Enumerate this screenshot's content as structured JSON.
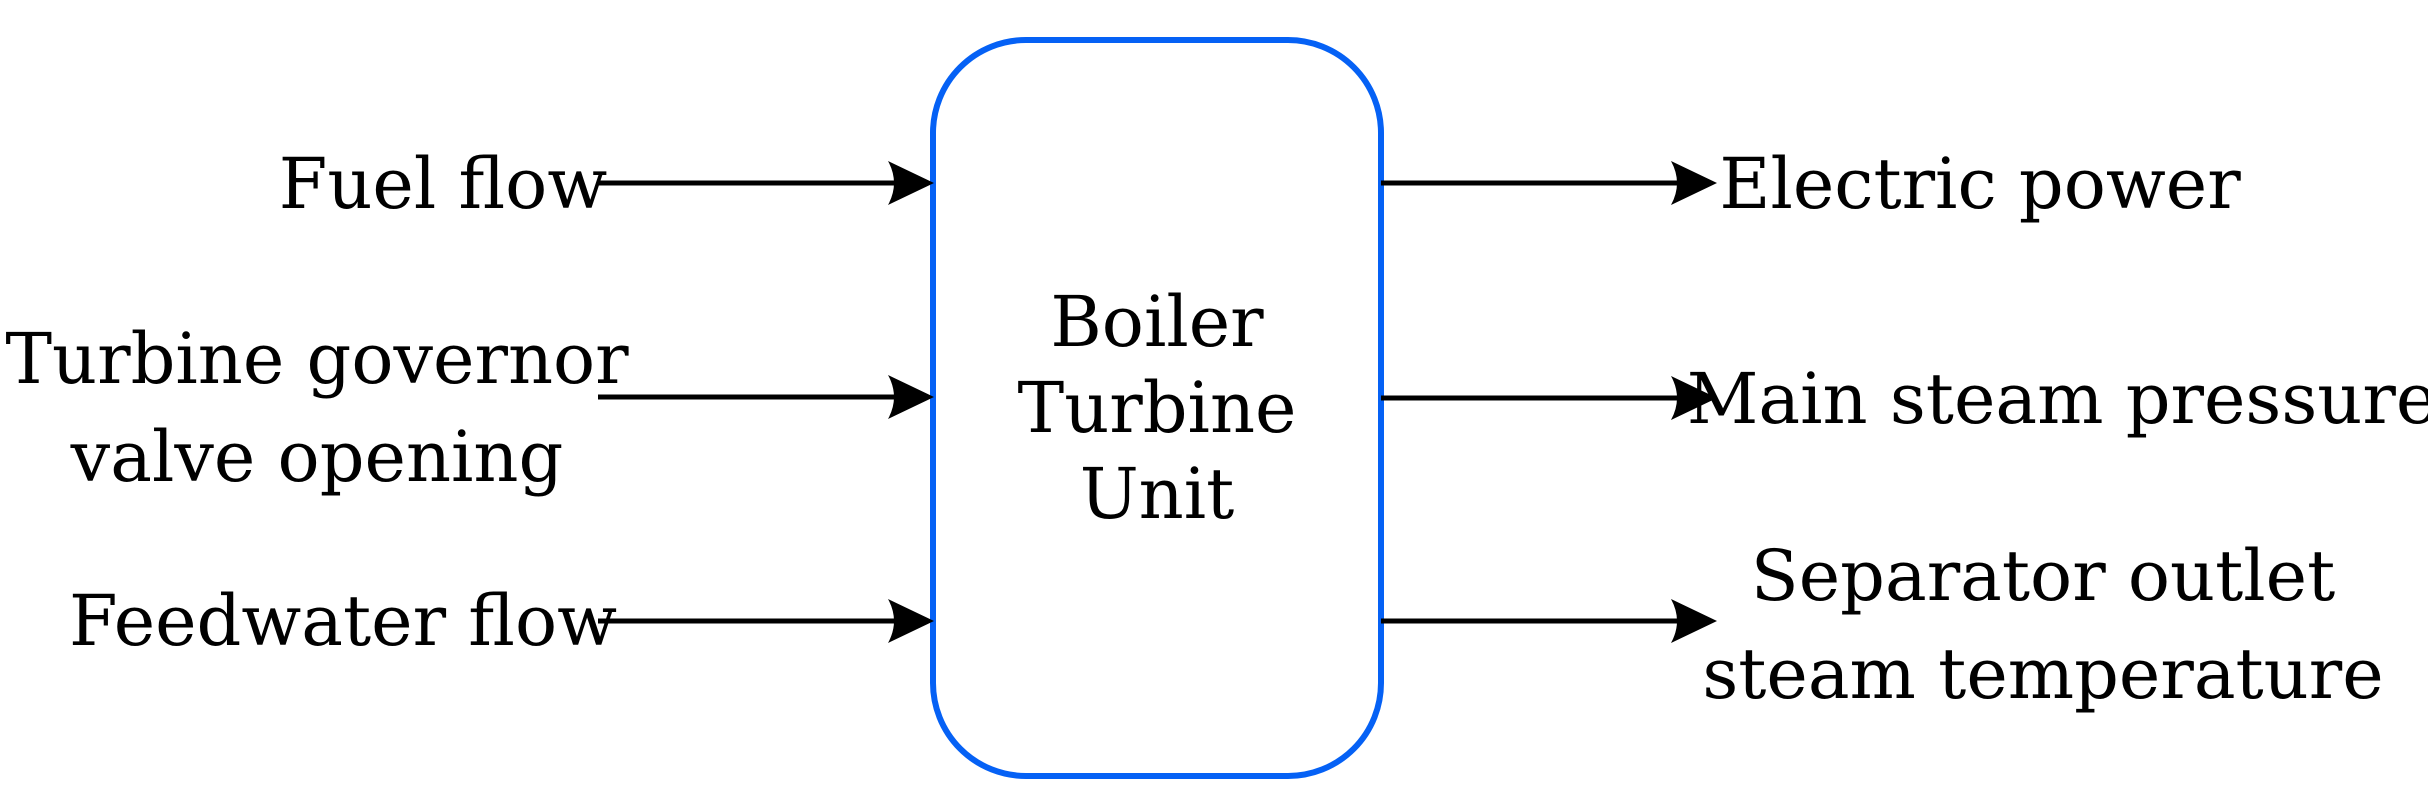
{
  "diagram": {
    "type": "block-diagram",
    "block": {
      "label": "Boiler Turbine Unit",
      "lines": [
        "Boiler",
        "Turbine",
        "Unit"
      ]
    },
    "inputs": [
      {
        "label": "Fuel flow",
        "lines": [
          "Fuel flow"
        ]
      },
      {
        "label": "Turbine governor valve opening",
        "lines": [
          "Turbine governor",
          "valve opening"
        ]
      },
      {
        "label": "Feedwater flow",
        "lines": [
          "Feedwater flow"
        ]
      }
    ],
    "outputs": [
      {
        "label": "Electric power",
        "lines": [
          "Electric power"
        ]
      },
      {
        "label": "Main steam pressure",
        "lines": [
          "Main steam pressure"
        ]
      },
      {
        "label": "Separator outlet steam temperature",
        "lines": [
          "Separator outlet",
          "steam temperature"
        ]
      }
    ],
    "edges": [
      {
        "from": "Fuel flow",
        "to": "Boiler Turbine Unit",
        "direction": "input"
      },
      {
        "from": "Turbine governor valve opening",
        "to": "Boiler Turbine Unit",
        "direction": "input"
      },
      {
        "from": "Feedwater flow",
        "to": "Boiler Turbine Unit",
        "direction": "input"
      },
      {
        "from": "Boiler Turbine Unit",
        "to": "Electric power",
        "direction": "output"
      },
      {
        "from": "Boiler Turbine Unit",
        "to": "Main steam pressure",
        "direction": "output"
      },
      {
        "from": "Boiler Turbine Unit",
        "to": "Separator outlet steam temperature",
        "direction": "output"
      }
    ],
    "colors": {
      "block_border": "#0561f5",
      "ink": "#000000",
      "background": "#ffffff"
    }
  }
}
